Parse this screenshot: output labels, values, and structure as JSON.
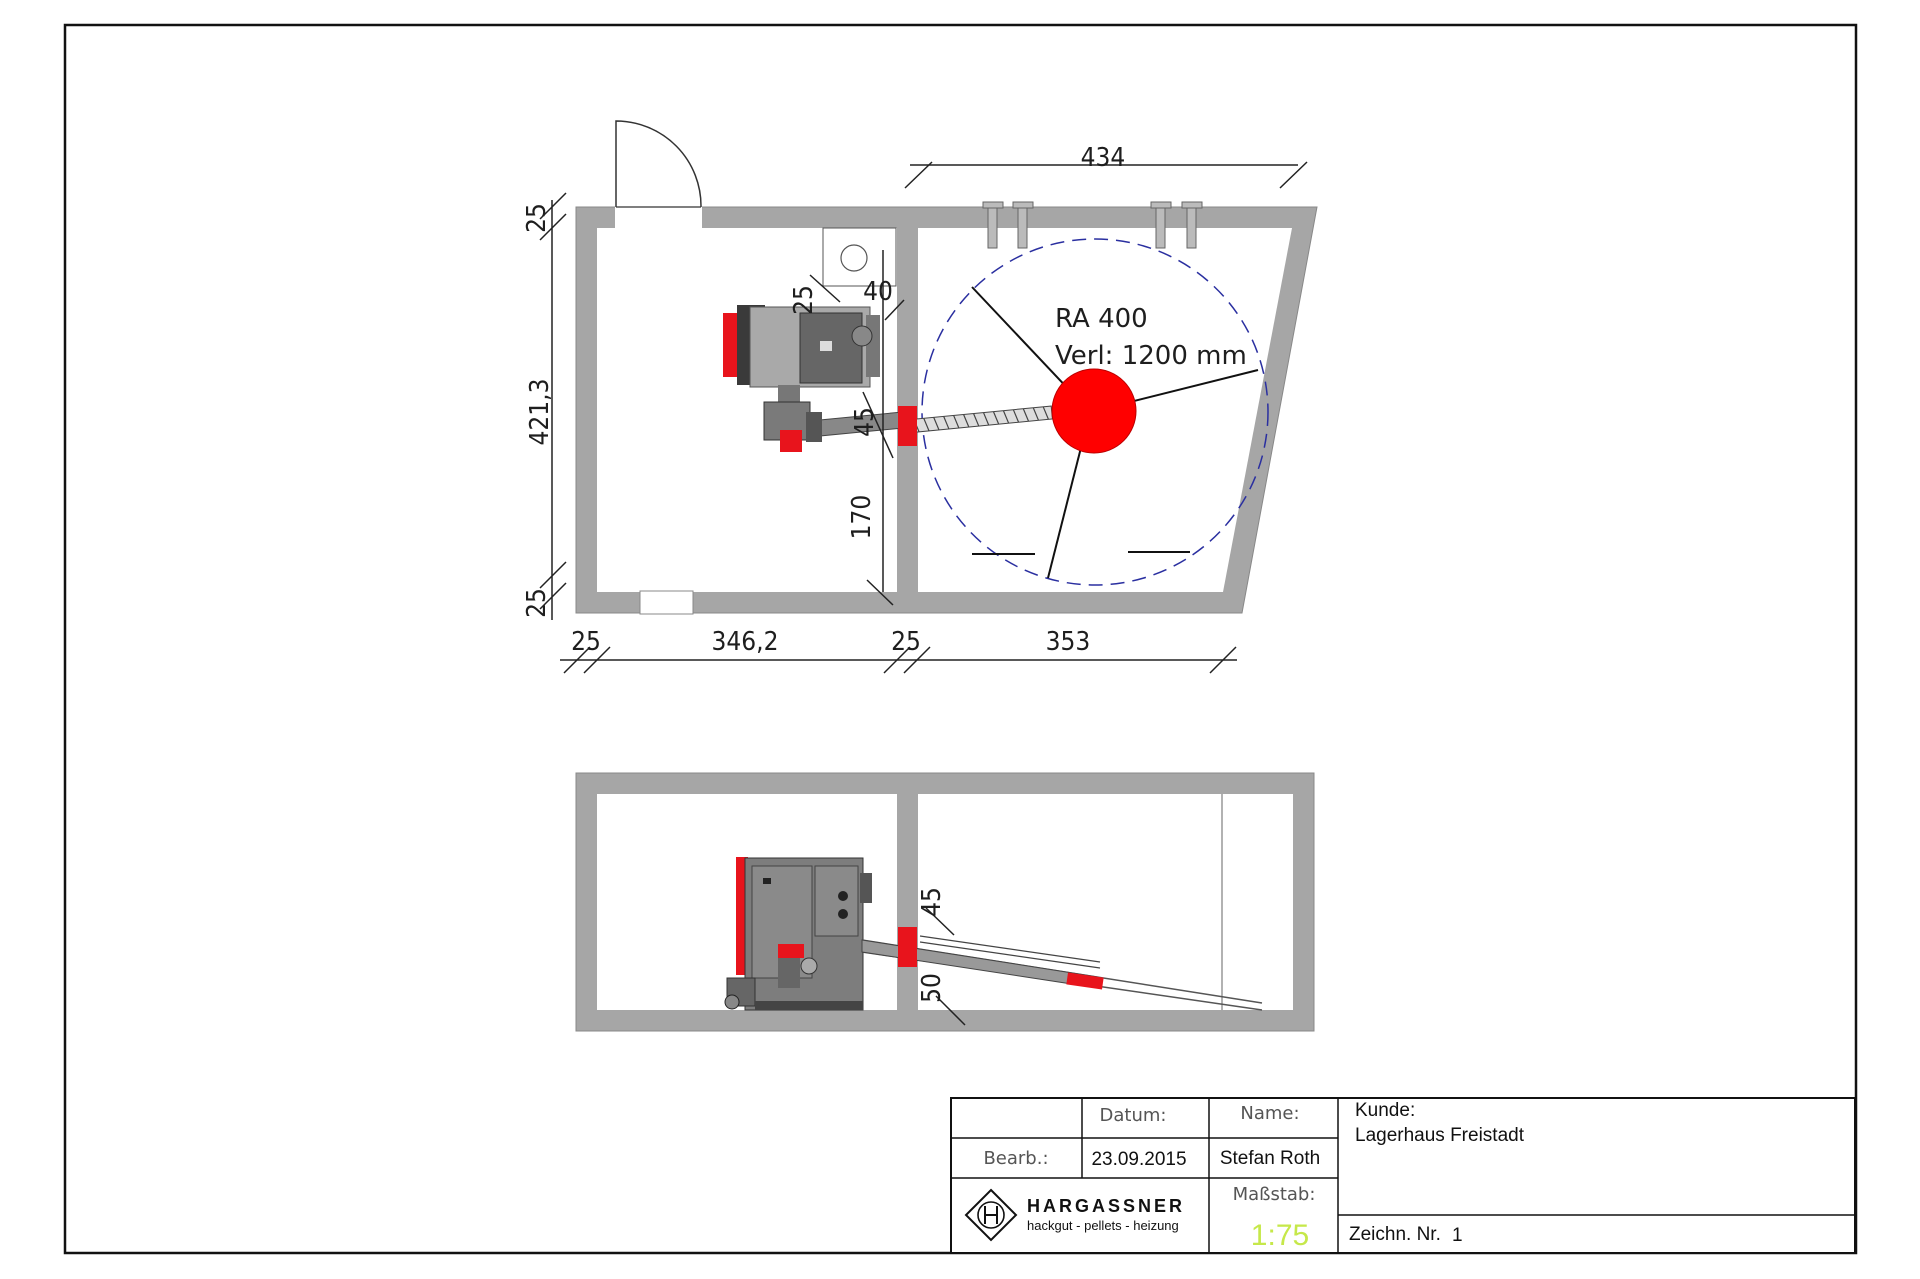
{
  "plan": {
    "dims": {
      "top_overall": "434",
      "left_height": "421,3",
      "left_wall_top": "25",
      "left_wall_bottom": "25",
      "bottom_wall_left": "25",
      "bottom_room_left": "346,2",
      "bottom_wall_mid": "25",
      "bottom_room_right": "353",
      "boiler_gap_25": "25",
      "boiler_gap_40": "40",
      "wall_45": "45",
      "dist_170": "170"
    },
    "agitator": {
      "type": "RA 400",
      "length": "Verl: 1200 mm"
    }
  },
  "section": {
    "dims": {
      "d45": "45",
      "d50": "50"
    }
  },
  "title_block": {
    "datum_label": "Datum:",
    "name_label": "Name:",
    "bearb_label": "Bearb.:",
    "date_value": "23.09.2015",
    "name_value": "Stefan Roth",
    "scale_label": "Maßstab:",
    "scale_value": "1:75",
    "kunde_label": "Kunde:",
    "kunde_value": "Lagerhaus Freistadt",
    "zeichn_label": "Zeichn. Nr.",
    "zeichn_value": "1",
    "logo_brand": "HARGASSNER",
    "logo_slogan": "hackgut - pellets - heizung",
    "colors": {
      "scale_text": "#c6e84a",
      "accent_red": "#e8141c",
      "wall_grey": "#a6a6a6"
    }
  }
}
